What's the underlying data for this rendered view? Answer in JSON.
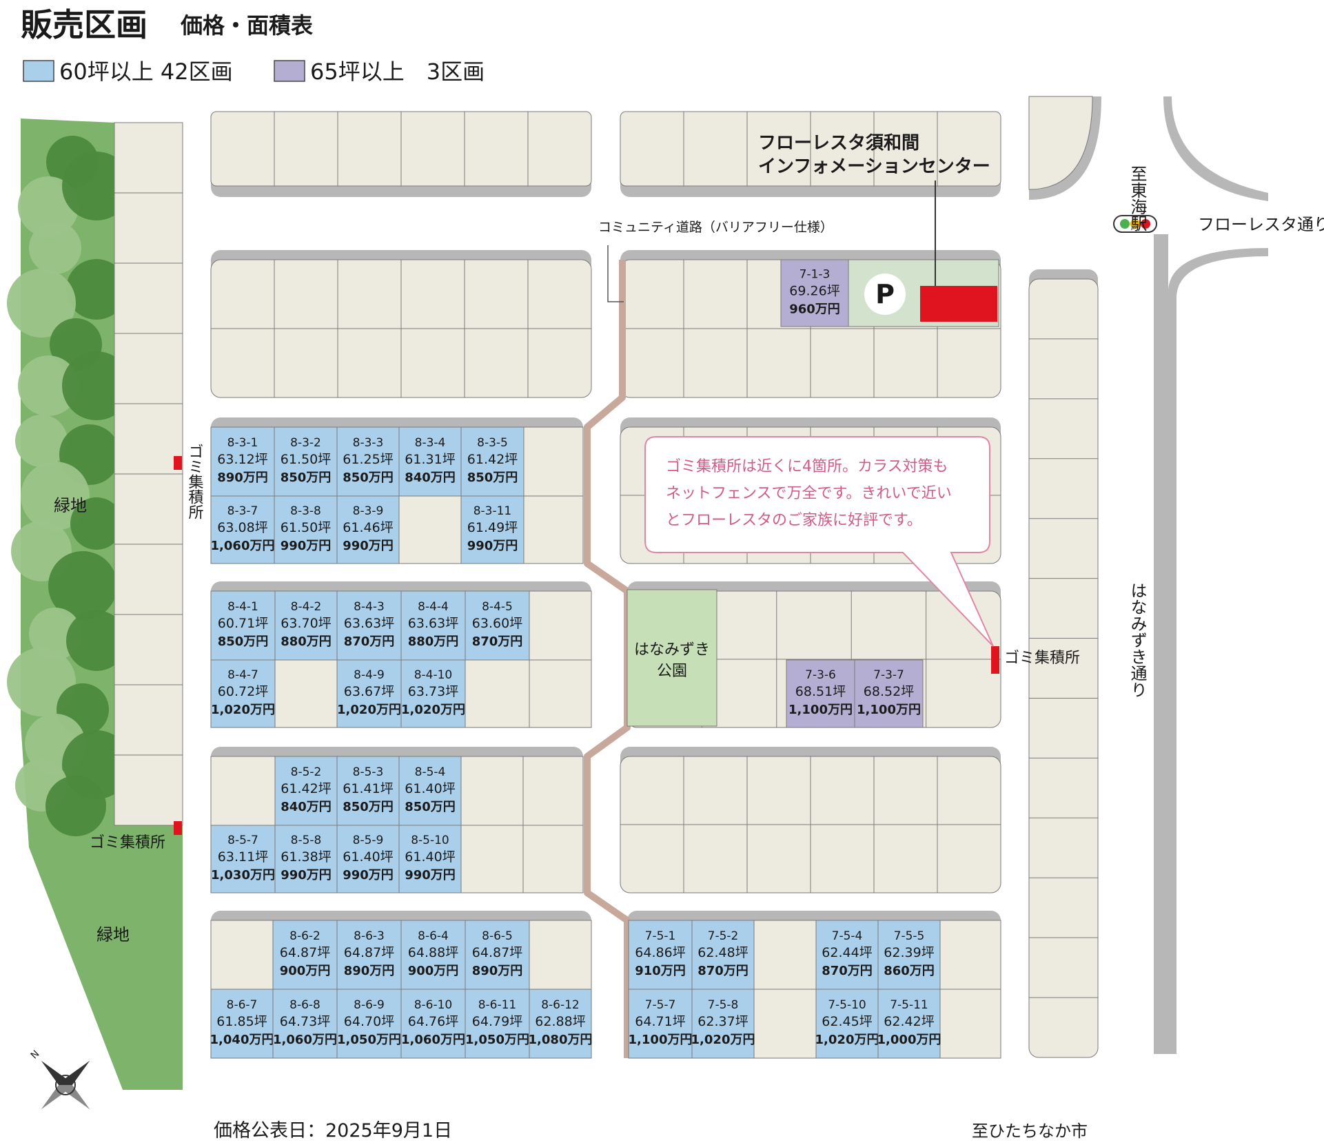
{
  "header": {
    "title": "販売区画",
    "subtitle": "価格・面積表",
    "legend": [
      {
        "label": "60坪以上 42区画",
        "color": "#a9cfea"
      },
      {
        "label": "65坪以上　3区画",
        "color": "#b5aed3"
      }
    ]
  },
  "colors": {
    "lot_blank": "#edeae0",
    "lot_blue": "#a9cfea",
    "lot_purple": "#b5aed3",
    "green": "#7db36b",
    "park": "#c7dfb6",
    "road_shadow": "#b7b7b7",
    "path": "#c8a89a",
    "red": "#e0141e",
    "balloon_border": "#e087a4",
    "balloon_text": "#d15b86"
  },
  "labels": {
    "info_center_line1": "フローレスタ須和間",
    "info_center_line2": "インフォメーションセンター",
    "community_road": "コミュニティ道路（バリアフリー仕様）",
    "to_station": "至東海駅",
    "florest_street": "フローレスタ通り",
    "hanamizuki_street": "はなみずき通り",
    "to_hitachinaka": "至ひたちなか市",
    "green_area": "緑地",
    "park_line1": "はなみずき",
    "park_line2": "公園",
    "garbage": "ゴミ集積所",
    "parking": "P",
    "price_date": "価格公表日：2025年9月1日",
    "compass_n": "N"
  },
  "balloon": [
    "ゴミ集積所は近くに4箇所。カラス対策も",
    "ネットフェンスで万全です。きれいで近い",
    "とフローレスタのご家族に好評です。"
  ],
  "lots": [
    {
      "id": "7-1-3",
      "area": "69.26坪",
      "price": "960万円",
      "type": "purple"
    },
    {
      "id": "8-3-1",
      "area": "63.12坪",
      "price": "890万円",
      "type": "blue"
    },
    {
      "id": "8-3-2",
      "area": "61.50坪",
      "price": "850万円",
      "type": "blue"
    },
    {
      "id": "8-3-3",
      "area": "61.25坪",
      "price": "850万円",
      "type": "blue"
    },
    {
      "id": "8-3-4",
      "area": "61.31坪",
      "price": "840万円",
      "type": "blue"
    },
    {
      "id": "8-3-5",
      "area": "61.42坪",
      "price": "850万円",
      "type": "blue"
    },
    {
      "id": "8-3-7",
      "area": "63.08坪",
      "price": "1,060万円",
      "type": "blue"
    },
    {
      "id": "8-3-8",
      "area": "61.50坪",
      "price": "990万円",
      "type": "blue"
    },
    {
      "id": "8-3-9",
      "area": "61.46坪",
      "price": "990万円",
      "type": "blue"
    },
    {
      "id": "8-3-11",
      "area": "61.49坪",
      "price": "990万円",
      "type": "blue"
    },
    {
      "id": "8-4-1",
      "area": "60.71坪",
      "price": "850万円",
      "type": "blue"
    },
    {
      "id": "8-4-2",
      "area": "63.70坪",
      "price": "880万円",
      "type": "blue"
    },
    {
      "id": "8-4-3",
      "area": "63.63坪",
      "price": "870万円",
      "type": "blue"
    },
    {
      "id": "8-4-4",
      "area": "63.63坪",
      "price": "880万円",
      "type": "blue"
    },
    {
      "id": "8-4-5",
      "area": "63.60坪",
      "price": "870万円",
      "type": "blue"
    },
    {
      "id": "8-4-7",
      "area": "60.72坪",
      "price": "1,020万円",
      "type": "blue"
    },
    {
      "id": "8-4-9",
      "area": "63.67坪",
      "price": "1,020万円",
      "type": "blue"
    },
    {
      "id": "8-4-10",
      "area": "63.73坪",
      "price": "1,020万円",
      "type": "blue"
    },
    {
      "id": "7-3-6",
      "area": "68.51坪",
      "price": "1,100万円",
      "type": "purple"
    },
    {
      "id": "7-3-7",
      "area": "68.52坪",
      "price": "1,100万円",
      "type": "purple"
    },
    {
      "id": "8-5-2",
      "area": "61.42坪",
      "price": "840万円",
      "type": "blue"
    },
    {
      "id": "8-5-3",
      "area": "61.41坪",
      "price": "850万円",
      "type": "blue"
    },
    {
      "id": "8-5-4",
      "area": "61.40坪",
      "price": "850万円",
      "type": "blue"
    },
    {
      "id": "8-5-7",
      "area": "63.11坪",
      "price": "1,030万円",
      "type": "blue"
    },
    {
      "id": "8-5-8",
      "area": "61.38坪",
      "price": "990万円",
      "type": "blue"
    },
    {
      "id": "8-5-9",
      "area": "61.40坪",
      "price": "990万円",
      "type": "blue"
    },
    {
      "id": "8-5-10",
      "area": "61.40坪",
      "price": "990万円",
      "type": "blue"
    },
    {
      "id": "8-6-2",
      "area": "64.87坪",
      "price": "900万円",
      "type": "blue"
    },
    {
      "id": "8-6-3",
      "area": "64.87坪",
      "price": "890万円",
      "type": "blue"
    },
    {
      "id": "8-6-4",
      "area": "64.88坪",
      "price": "900万円",
      "type": "blue"
    },
    {
      "id": "8-6-5",
      "area": "64.87坪",
      "price": "890万円",
      "type": "blue"
    },
    {
      "id": "8-6-7",
      "area": "61.85坪",
      "price": "1,040万円",
      "type": "blue"
    },
    {
      "id": "8-6-8",
      "area": "64.73坪",
      "price": "1,060万円",
      "type": "blue"
    },
    {
      "id": "8-6-9",
      "area": "64.70坪",
      "price": "1,050万円",
      "type": "blue"
    },
    {
      "id": "8-6-10",
      "area": "64.76坪",
      "price": "1,060万円",
      "type": "blue"
    },
    {
      "id": "8-6-11",
      "area": "64.79坪",
      "price": "1,050万円",
      "type": "blue"
    },
    {
      "id": "8-6-12",
      "area": "62.88坪",
      "price": "1,080万円",
      "type": "blue"
    },
    {
      "id": "7-5-1",
      "area": "64.86坪",
      "price": "910万円",
      "type": "blue"
    },
    {
      "id": "7-5-2",
      "area": "62.48坪",
      "price": "870万円",
      "type": "blue"
    },
    {
      "id": "7-5-4",
      "area": "62.44坪",
      "price": "870万円",
      "type": "blue"
    },
    {
      "id": "7-5-5",
      "area": "62.39坪",
      "price": "860万円",
      "type": "blue"
    },
    {
      "id": "7-5-7",
      "area": "64.71坪",
      "price": "1,100万円",
      "type": "blue"
    },
    {
      "id": "7-5-8",
      "area": "62.37坪",
      "price": "1,020万円",
      "type": "blue"
    },
    {
      "id": "7-5-10",
      "area": "62.45坪",
      "price": "1,020万円",
      "type": "blue"
    },
    {
      "id": "7-5-11",
      "area": "62.42坪",
      "price": "1,000万円",
      "type": "blue"
    }
  ]
}
